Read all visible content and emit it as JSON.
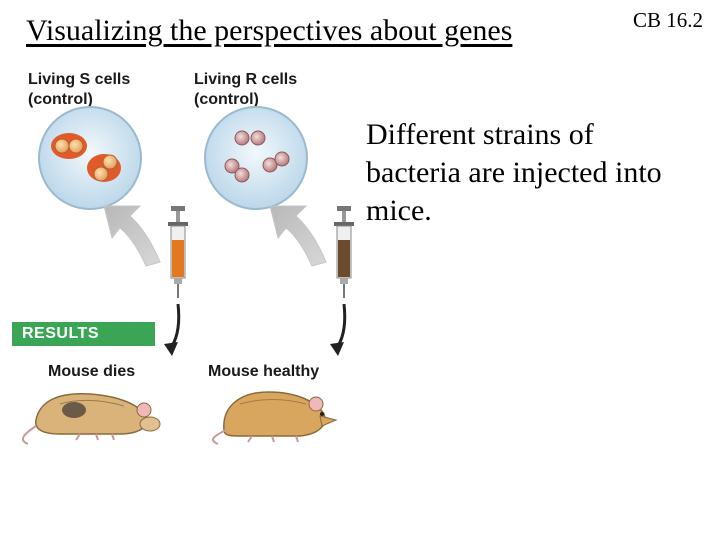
{
  "slide": {
    "title": "Visualizing the perspectives about genes",
    "reference": "CB 16.2",
    "body": "Different strains of bacteria are injected into mice."
  },
  "figure": {
    "left_dish_label_line1": "Living S cells",
    "left_dish_label_line2": "(control)",
    "right_dish_label_line1": "Living R cells",
    "right_dish_label_line2": "(control)",
    "results_label": "RESULTS",
    "left_outcome": "Mouse dies",
    "right_outcome": "Mouse healthy"
  },
  "colors": {
    "results_bar": "#3aa655",
    "dish_fill": "#dbeaf4",
    "s_cell": "#e05a2a",
    "r_cell": "#c98a8a"
  }
}
